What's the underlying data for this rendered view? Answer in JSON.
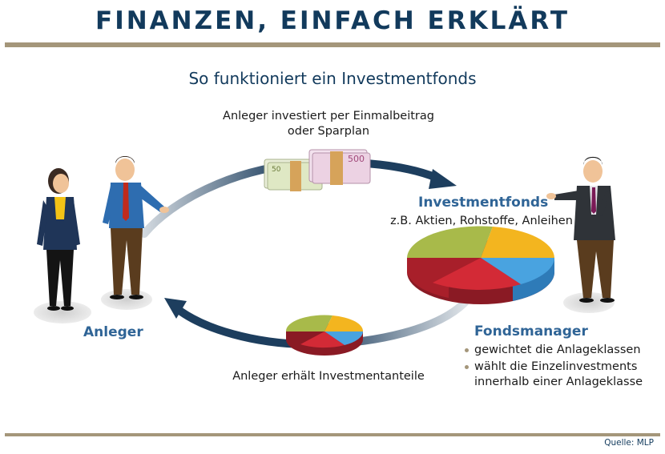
{
  "header": {
    "title": "FINANZEN, EINFACH ERKLÄRT"
  },
  "subtitle": "So funktioniert ein Investmentfonds",
  "labels": {
    "invest_line1": "Anleger investiert per Einmalbeitrag",
    "invest_line2": "oder Sparplan",
    "fund_title": "Investmentfonds",
    "fund_detail": "z.B. Aktien, Rohstoffe, Anleihen",
    "investor": "Anleger",
    "shares": "Anleger erhält Investmentanteile",
    "manager_title": "Fondsmanager"
  },
  "manager_points": [
    "gewichtet die Anlageklassen",
    "wählt die Einzelinvestments innerhalb einer Anlageklasse"
  ],
  "banknotes": {
    "note_50": "50",
    "note_500": "500"
  },
  "source": "Quelle: MLP",
  "colors": {
    "navy": "#123a5c",
    "accent_blue": "#2f6496",
    "rule": "#a4967a"
  }
}
